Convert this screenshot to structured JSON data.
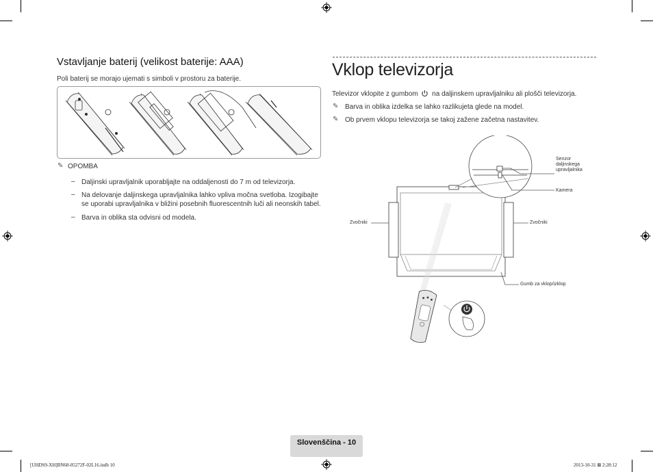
{
  "left": {
    "heading": "Vstavljanje baterij (velikost baterije: AAA)",
    "intro": "Poli baterij se morajo ujemati s simboli v prostoru za baterije.",
    "note_label": "OPOMBA",
    "notes": [
      "Daljinski upravljalnik uporabljajte na oddaljenosti do 7 m od televizorja.",
      "Na delovanje daljinskega upravljalnika lahko vpliva močna svetloba. Izogibajte",
      "se uporabi upravljalnika v bližini posebnih fluorescentnih luči ali neonskih tabel.",
      "Barva in oblika sta odvisni od modela."
    ]
  },
  "right": {
    "title": "Vklop televizorja",
    "intro_before": "Televizor vklopite z gumbom",
    "intro_after": "na daljinskem upravljalniku ali plošči televizorja.",
    "bullets": [
      "Barva in oblika izdelka se lahko razlikujeta glede na model.",
      "Ob prvem vklopu televizorja se takoj zažene začetna nastavitev."
    ],
    "figure_labels": {
      "sensor_line1": "Senzor",
      "sensor_line2": "daljinskega",
      "sensor_line3": "upravljalnika",
      "camera": "Kamera",
      "speakers_left": "Zvočniki",
      "speakers_right": "Zvočniki",
      "power_button": "Gumb za vklop/izklop"
    }
  },
  "footer": {
    "page_label": "Slovenščina - 10",
    "slug_left": "[UHDS9-XH]BN68-05272F-02L16.indb   10",
    "slug_right": "2013-10-31   ⊠ 2:28:12"
  },
  "colors": {
    "text": "#222222",
    "footer_bg": "#d9d9d9",
    "rule": "#333333"
  }
}
